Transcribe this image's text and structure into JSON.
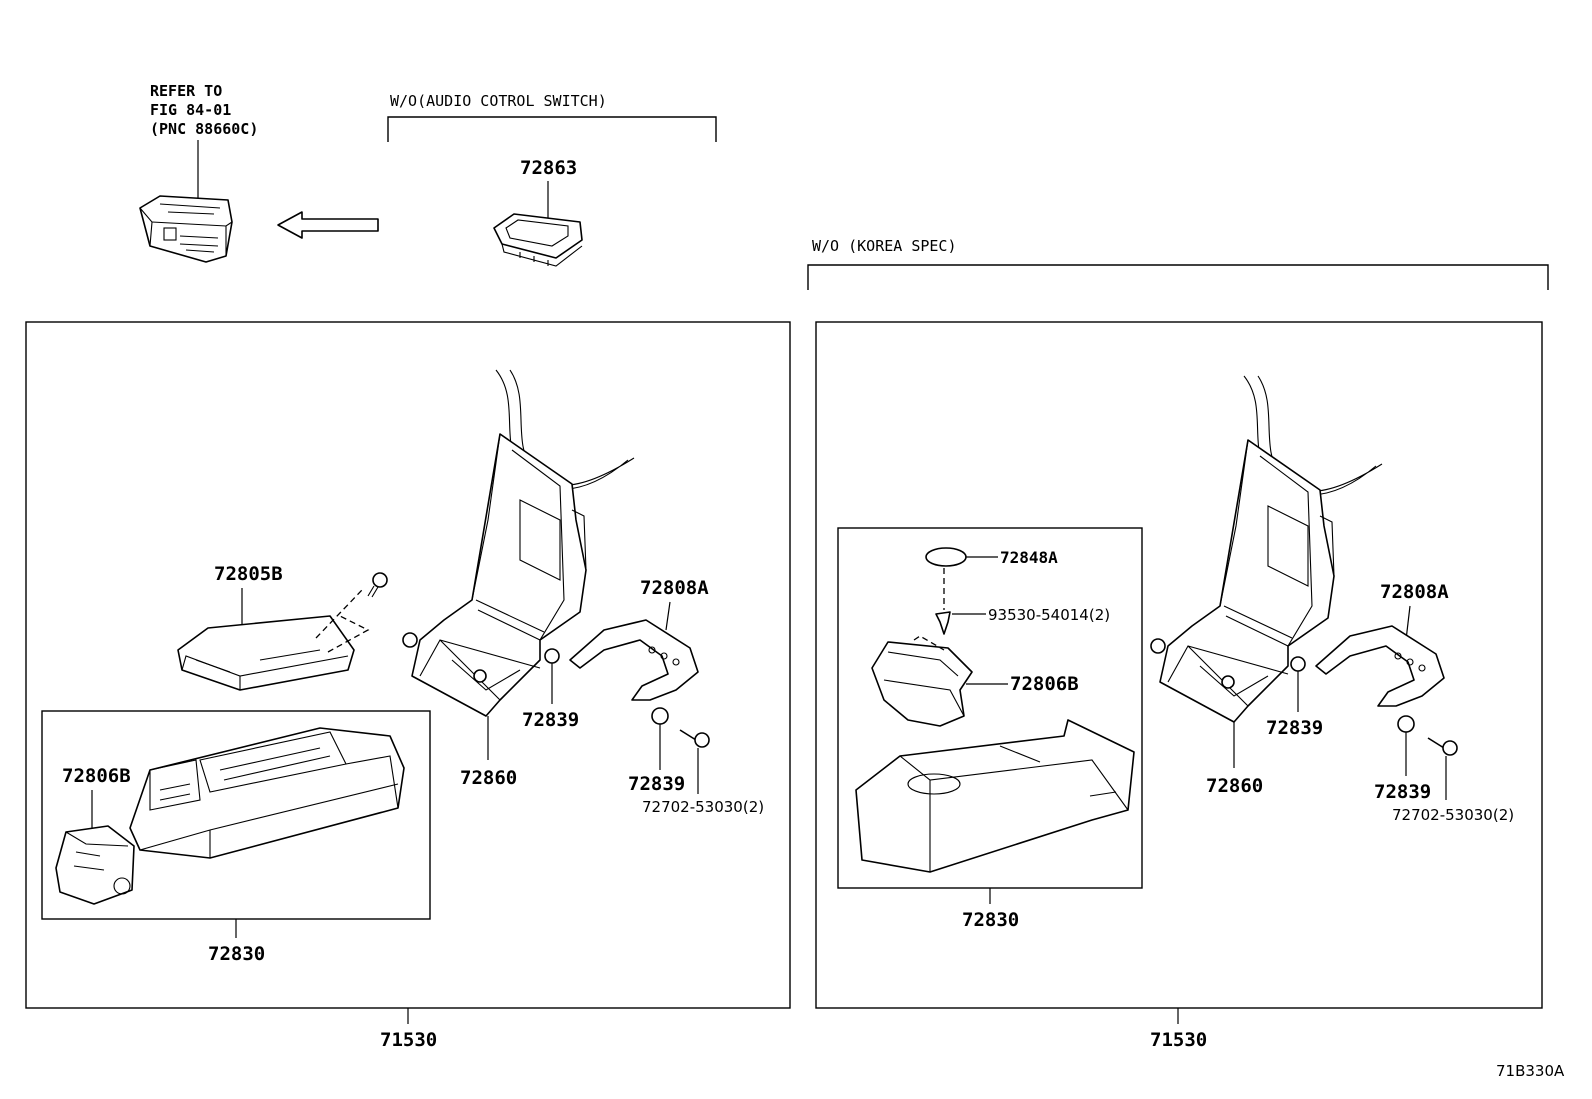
{
  "refer_note": {
    "line1": "REFER TO",
    "line2": "FIG 84-01",
    "line3": "(PNC 88660C)"
  },
  "variant_notes": {
    "audio": "W/O(AUDIO COTROL SWITCH)",
    "korea": "W/O (KOREA SPEC)"
  },
  "left_panel": {
    "labels": {
      "cover": "72805B",
      "pocket": "72806B",
      "box": "72830",
      "bracket": "72860",
      "hinge": "72808A",
      "cushion_a": "72839",
      "cushion_b": "72839",
      "bolt": "72702-53030(2)",
      "assembly": "71530"
    }
  },
  "right_panel": {
    "labels": {
      "cap": "72848A",
      "screw": "93530-54014(2)",
      "holder": "72806B",
      "box": "72830",
      "bracket": "72860",
      "hinge": "72808A",
      "cushion_a": "72839",
      "cushion_b": "72839",
      "bolt": "72702-53030(2)",
      "assembly": "71530"
    }
  },
  "top_part": {
    "label": "72863"
  },
  "figure_code": "71B330A"
}
